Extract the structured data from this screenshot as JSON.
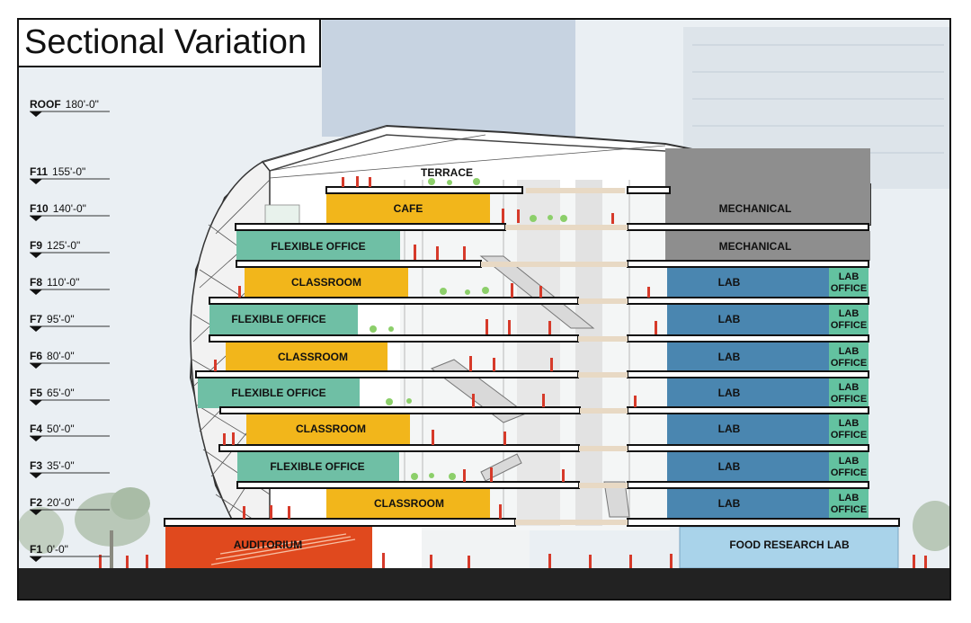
{
  "title": "Sectional Variation",
  "levels": [
    {
      "code": "ROOF",
      "elev": "180'-0\""
    },
    {
      "code": "F11",
      "elev": "155'-0\""
    },
    {
      "code": "F10",
      "elev": "140'-0\""
    },
    {
      "code": "F9",
      "elev": "125'-0\""
    },
    {
      "code": "F8",
      "elev": "110'-0\""
    },
    {
      "code": "F7",
      "elev": "95'-0\""
    },
    {
      "code": "F6",
      "elev": "80'-0\""
    },
    {
      "code": "F5",
      "elev": "65'-0\""
    },
    {
      "code": "F4",
      "elev": "50'-0\""
    },
    {
      "code": "F3",
      "elev": "35'-0\""
    },
    {
      "code": "F2",
      "elev": "20'-0\""
    },
    {
      "code": "F1",
      "elev": "0'-0\""
    }
  ],
  "colors": {
    "cafe": "#f2b61b",
    "classroom": "#f2b61b",
    "flexible_office": "#6fbfa5",
    "lab": "#4a86b0",
    "lab_office": "#63c2a0",
    "mechanical": "#8e8e8e",
    "auditorium": "#e0491e",
    "food_research_lab": "#a9d3ea",
    "ground": "#222222"
  },
  "rooms": {
    "terrace": "TERRACE",
    "cafe": "CAFE",
    "flex_f9": "FLEXIBLE OFFICE",
    "class_f8": "CLASSROOM",
    "flex_f7": "FLEXIBLE OFFICE",
    "class_f6": "CLASSROOM",
    "flex_f5": "FLEXIBLE OFFICE",
    "class_f4": "CLASSROOM",
    "flex_f3": "FLEXIBLE OFFICE",
    "class_f2": "CLASSROOM",
    "auditorium": "AUDITORIUM",
    "mech_f10": "MECHANICAL",
    "mech_f9": "MECHANICAL",
    "lab_f8": "LAB",
    "lab_f7": "LAB",
    "lab_f6": "LAB",
    "lab_f5": "LAB",
    "lab_f4": "LAB",
    "lab_f3": "LAB",
    "lab_f2": "LAB",
    "lab_office_line1": "LAB",
    "lab_office_line2": "OFFICE",
    "food_research_lab": "FOOD RESEARCH LAB"
  }
}
